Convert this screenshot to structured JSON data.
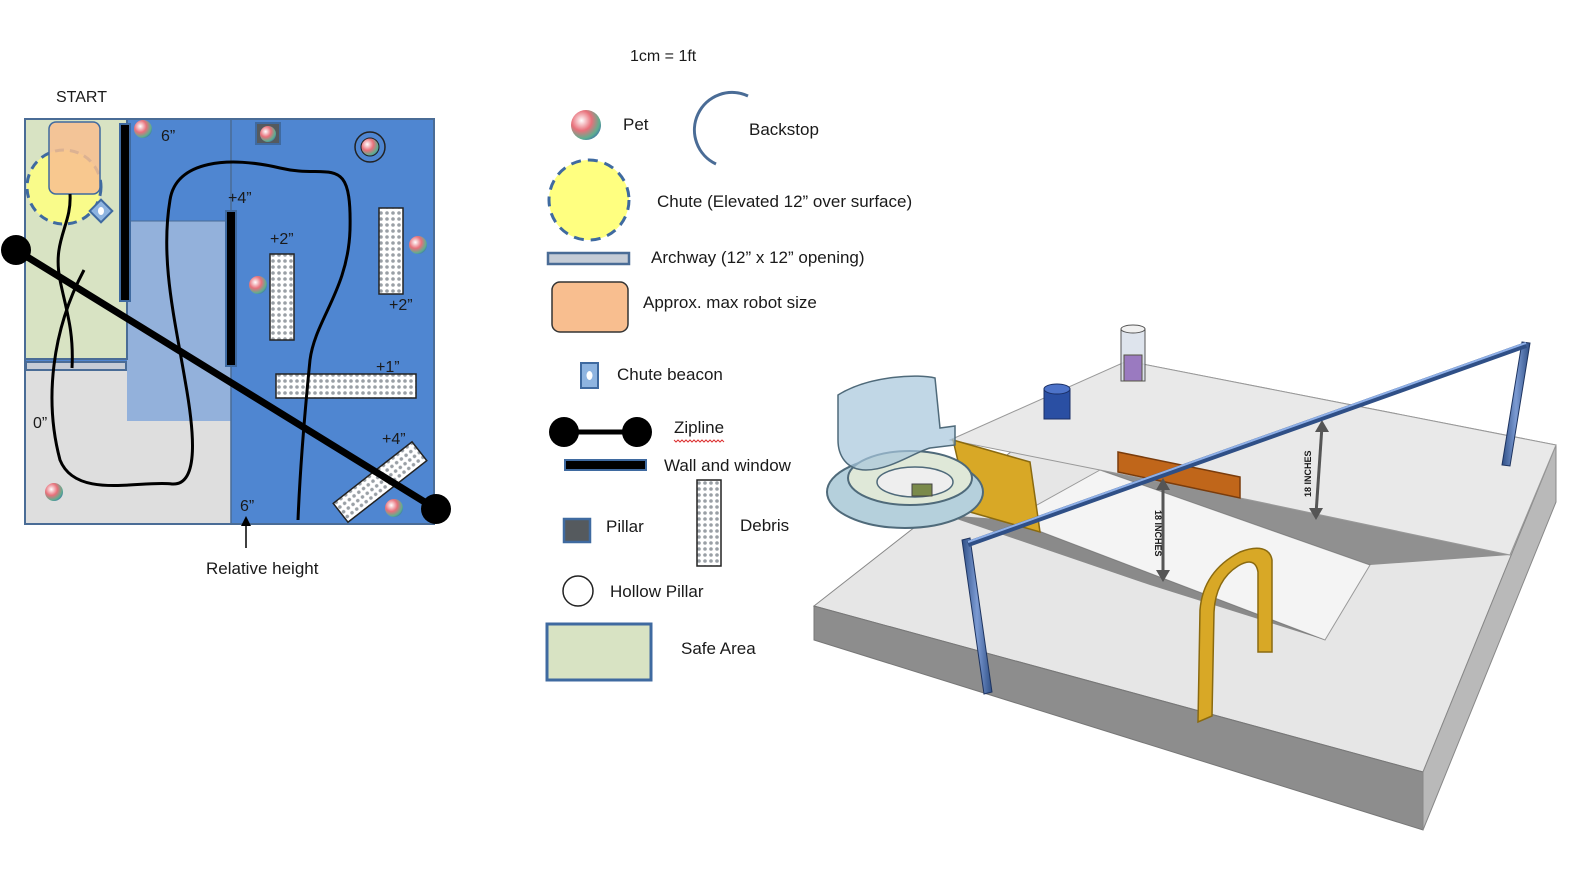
{
  "scale": "1cm = 1ft",
  "map": {
    "start_label": "START",
    "relative_height_label": "Relative height",
    "height_labels": [
      "6”",
      "+4”",
      "+2”",
      "+2”",
      "+1”",
      "+4”",
      "0”",
      "6”"
    ],
    "colors": {
      "high_region": "#4f86d1",
      "ramp_region": "#93b1db",
      "floor_region": "#dedede",
      "safe_area": "#d8e3c3",
      "chute": "#ffff80",
      "robot": "#f8be8f",
      "border": "#4a6c96"
    }
  },
  "legend": {
    "pet": "Pet",
    "backstop": "Backstop",
    "chute": "Chute (Elevated 12” over surface)",
    "archway": "Archway (12” x 12” opening)",
    "robot": "Approx. max robot size",
    "chute_beacon": "Chute beacon",
    "zipline": "Zipline",
    "wall": "Wall and window",
    "pillar": "Pillar",
    "debris": "Debris",
    "hollow_pillar": "Hollow Pillar",
    "safe_area": "Safe Area"
  },
  "model": {
    "dimension_labels": [
      "18 INCHES",
      "18 INCHES"
    ]
  }
}
